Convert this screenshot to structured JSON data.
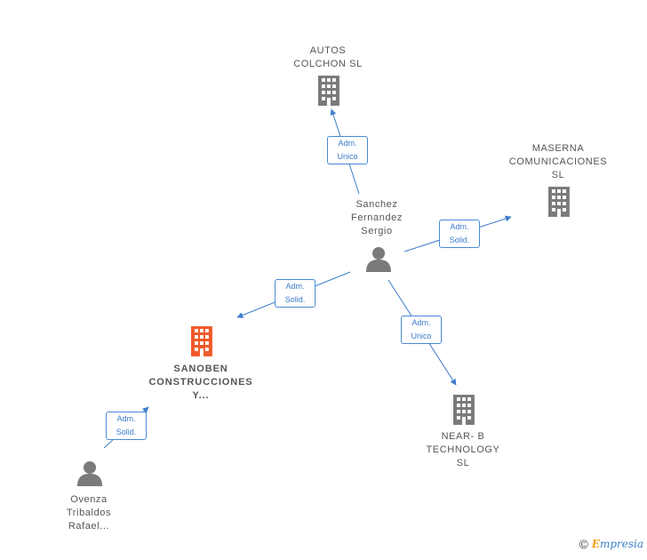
{
  "colors": {
    "edge": "#3d7ccb",
    "company": "#7a7a7a",
    "company_highlight": "#f05a28",
    "person": "#7a7a7a"
  },
  "nodes": {
    "autos": {
      "label": "AUTOS\nCOLCHON  SL",
      "type": "company",
      "icon": "building-icon"
    },
    "maserna": {
      "label": "MASERNA\nCOMUNICACIONES\nSL",
      "type": "company",
      "icon": "building-icon"
    },
    "sanchez": {
      "label": "Sanchez\nFernandez\nSergio",
      "type": "person",
      "icon": "person-icon"
    },
    "sanoben": {
      "label": "SANOBEN\nCONSTRUCCIONES\nY...",
      "type": "company",
      "icon": "building-icon",
      "highlight": true
    },
    "nearb": {
      "label": "NEAR- B\nTECHNOLOGY\nSL",
      "type": "company",
      "icon": "building-icon"
    },
    "ovenza": {
      "label": "Ovenza\nTribaldos\nRafael...",
      "type": "person",
      "icon": "person-icon"
    }
  },
  "edges": [
    {
      "from": "sanchez",
      "to": "autos",
      "label": "Adm.\nUnico"
    },
    {
      "from": "sanchez",
      "to": "maserna",
      "label": "Adm.\nSolid."
    },
    {
      "from": "sanchez",
      "to": "sanoben",
      "label": "Adm.\nSolid."
    },
    {
      "from": "sanchez",
      "to": "nearb",
      "label": "Adm.\nUnico"
    },
    {
      "from": "ovenza",
      "to": "sanoben",
      "label": "Adm.\nSolid."
    }
  ],
  "brand": {
    "copyright": "©",
    "name_initial": "E",
    "name_rest": "mpresia"
  }
}
